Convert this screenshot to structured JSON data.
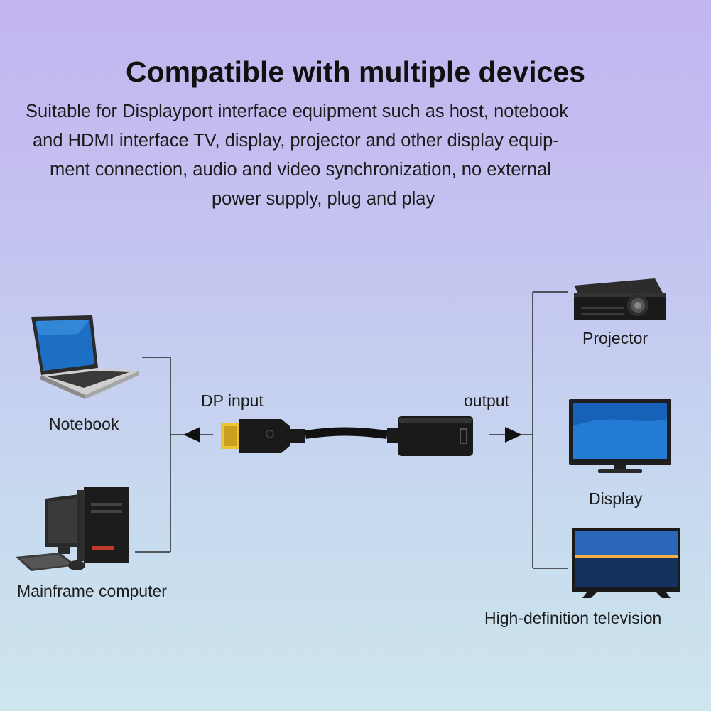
{
  "title": "Compatible with multiple devices",
  "description": [
    "Suitable for Displayport interface equipment such as host, notebook",
    "and HDMI interface TV, display, projector and other display equip-",
    "ment connection, audio and video synchronization, no external",
    "power supply, plug and play"
  ],
  "labels": {
    "notebook": "Notebook",
    "mainframe": "Mainframe computer",
    "dp_input": "DP input",
    "output": "output",
    "projector": "Projector",
    "display": "Display",
    "hdtv": "High-definition television"
  },
  "colors": {
    "line": "#2a2a2a",
    "cable": "#111111"
  }
}
